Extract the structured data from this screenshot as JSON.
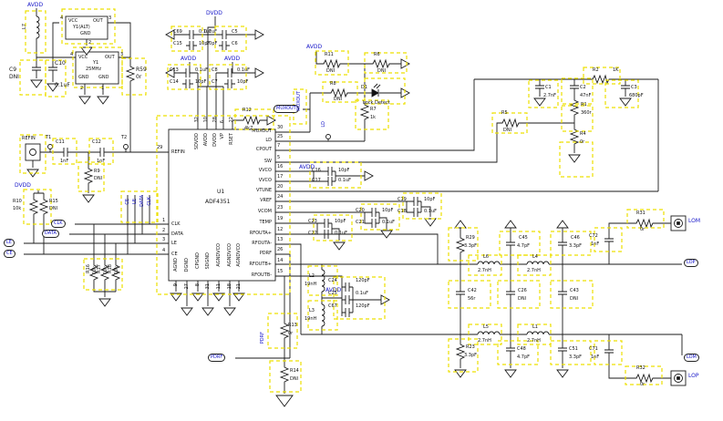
{
  "schematic": {
    "kind": "RF synthesizer evaluation board schematic"
  },
  "colors": {
    "highlight": "#ede000",
    "net_label": "#1414c8",
    "wire": "#1a1a1a",
    "background": "#ffffff"
  },
  "ic": {
    "ref": "U1",
    "part": "ADF4351",
    "left": [
      {
        "num": "29",
        "name": "REFIN"
      },
      {
        "num": "1",
        "name": "CLK"
      },
      {
        "num": "2",
        "name": "DATA"
      },
      {
        "num": "3",
        "name": "LE"
      },
      {
        "num": "4",
        "name": "CE"
      }
    ],
    "top": [
      {
        "num": "32",
        "name": "SDVDD"
      },
      {
        "num": "10",
        "name": "AVDD"
      },
      {
        "num": "28",
        "name": "DVDD"
      },
      {
        "num": "6",
        "name": "VP"
      },
      {
        "num": "22",
        "name": "RSET"
      }
    ],
    "right": [
      {
        "num": "30",
        "name": "MUXOUT"
      },
      {
        "num": "25",
        "name": "LD"
      },
      {
        "num": "7",
        "name": "CPOUT"
      },
      {
        "num": "5",
        "name": "SW"
      },
      {
        "num": "16",
        "name": "VVCO"
      },
      {
        "num": "17",
        "name": "VVCO"
      },
      {
        "num": "20",
        "name": "VTUNE"
      },
      {
        "num": "24",
        "name": "VREF"
      },
      {
        "num": "23",
        "name": "VCOM"
      },
      {
        "num": "19",
        "name": "TEMP"
      },
      {
        "num": "12",
        "name": "RFOUTA+"
      },
      {
        "num": "13",
        "name": "RFOUTA-"
      },
      {
        "num": "26",
        "name": "PDRF"
      },
      {
        "num": "14",
        "name": "RFOUTB+"
      },
      {
        "num": "15",
        "name": "RFOUTB-"
      }
    ],
    "bottom": [
      {
        "num": "9",
        "name": "AGND"
      },
      {
        "num": "27",
        "name": "DGND"
      },
      {
        "num": "8",
        "name": "CPGND"
      },
      {
        "num": "31",
        "name": "SDGND"
      },
      {
        "num": "11",
        "name": "AGNDVCO"
      },
      {
        "num": "18",
        "name": "AGNDVCO"
      },
      {
        "num": "21",
        "name": "AGNDVCO"
      }
    ]
  },
  "nets": {
    "avdd": "AVDD",
    "dvdd": "DVDD",
    "clk": "CLK",
    "data": "DATA",
    "le": "LE",
    "ce": "CE",
    "muxout": "MUXOUT",
    "pdrf": "PDRF",
    "ld": "LD",
    "lop": "LOP",
    "lom": "LOM"
  },
  "osc": {
    "y1alt_ref": "Y1(ALT)",
    "y1_ref": "Y1",
    "y1_freq": "25MHz",
    "vcc": "VCC",
    "out": "OUT",
    "gnd": "GND",
    "p1": "1",
    "p2": "2",
    "p3": "3",
    "p4": "4"
  },
  "misc": {
    "lock_detect": "Lock Detect",
    "t1": "T1",
    "t2": "T2",
    "refin": "REFIN",
    "d1": "D1"
  },
  "cmp": {
    "L7": {
      "r": "L7",
      "v": ""
    },
    "C9": {
      "r": "C9",
      "v": "DNI"
    },
    "C10": {
      "r": "C10",
      "v": "0.1uF"
    },
    "R59": {
      "r": "R59",
      "v": "0r"
    },
    "C69": {
      "r": "C69",
      "v": "0.1uF"
    },
    "C15": {
      "r": "C15",
      "v": "10pF"
    },
    "C5": {
      "r": "C5",
      "v": "0.1uF"
    },
    "C6": {
      "r": "C6",
      "v": "10pF"
    },
    "C13": {
      "r": "C13",
      "v": "0.1uF"
    },
    "C14": {
      "r": "C14",
      "v": "10pF"
    },
    "C8": {
      "r": "C8",
      "v": "0.1uF"
    },
    "C7": {
      "r": "C7",
      "v": "10pF"
    },
    "R12": {
      "r": "R12",
      "v": "4k7"
    },
    "C11": {
      "r": "C11",
      "v": "1nF"
    },
    "C12": {
      "r": "C12",
      "v": "1nF"
    },
    "R9": {
      "r": "R9",
      "v": "DNI"
    },
    "R10": {
      "r": "R10",
      "v": "10k"
    },
    "R15": {
      "r": "R15",
      "v": "DNI"
    },
    "R16": {
      "r": "R16",
      "v": "10k"
    },
    "R17": {
      "r": "R17",
      "v": "10k"
    },
    "R18": {
      "r": "R18",
      "v": "10k"
    },
    "R11": {
      "r": "R11",
      "v": "DNI"
    },
    "R6": {
      "r": "R6",
      "v": "DNI"
    },
    "R8": {
      "r": "R8",
      "v": "DNI"
    },
    "R7": {
      "r": "R7",
      "v": "1k"
    },
    "C16": {
      "r": "C16",
      "v": "10pF"
    },
    "C17": {
      "r": "C17",
      "v": "0.1uF"
    },
    "C19": {
      "r": "C19",
      "v": "10pF"
    },
    "C18": {
      "r": "C18",
      "v": "0.1uF"
    },
    "C20": {
      "r": "C20",
      "v": "10pF"
    },
    "C21": {
      "r": "C21",
      "v": "0.1uF"
    },
    "C23": {
      "r": "C23",
      "v": "10pF"
    },
    "C22": {
      "r": "C22",
      "v": "0.1uF"
    },
    "C1": {
      "r": "C1",
      "v": "2.7nF"
    },
    "C2": {
      "r": "C2",
      "v": "47nF"
    },
    "C3": {
      "r": "C3",
      "v": "680pF"
    },
    "R1": {
      "r": "R1",
      "v": "360r"
    },
    "R2": {
      "r": "R2",
      "v": "1K"
    },
    "R4": {
      "r": "R4",
      "v": "0r"
    },
    "R5": {
      "r": "R5",
      "v": "DNI"
    },
    "L2": {
      "r": "L2",
      "v": "19nH"
    },
    "L3": {
      "r": "L3",
      "v": "19nH"
    },
    "C24": {
      "r": "C24",
      "v": "120pF"
    },
    "C25": {
      "r": "C25",
      "v": "0.1uF"
    },
    "C67": {
      "r": "C67",
      "v": "120pF"
    },
    "R13": {
      "r": "R13",
      "v": "0r"
    },
    "R14": {
      "r": "R14",
      "v": "DNI"
    },
    "R29": {
      "r": "R29",
      "v": "3.3pF"
    },
    "C45": {
      "r": "C45",
      "v": "4.7pF"
    },
    "C46": {
      "r": "C46",
      "v": "3.3pF"
    },
    "L6": {
      "r": "L6",
      "v": "2.7nH"
    },
    "L4": {
      "r": "L4",
      "v": "2.7nH"
    },
    "C42": {
      "r": "C42",
      "v": "56r"
    },
    "C26": {
      "r": "C26",
      "v": "DNI"
    },
    "C43": {
      "r": "C43",
      "v": "DNI"
    },
    "R23": {
      "r": "R23",
      "v": "3.3pF"
    },
    "C48": {
      "r": "C48",
      "v": "4.7pF"
    },
    "C51": {
      "r": "C51",
      "v": "3.3pF"
    },
    "L5": {
      "r": "L5",
      "v": "2.7nH"
    },
    "L1": {
      "r": "L1",
      "v": "2.7nH"
    },
    "C72": {
      "r": "C72",
      "v": "1nF"
    },
    "R31": {
      "r": "R31",
      "v": "0r"
    },
    "C71": {
      "r": "C71",
      "v": "1nF"
    },
    "R32": {
      "r": "R32",
      "v": "0r"
    }
  }
}
